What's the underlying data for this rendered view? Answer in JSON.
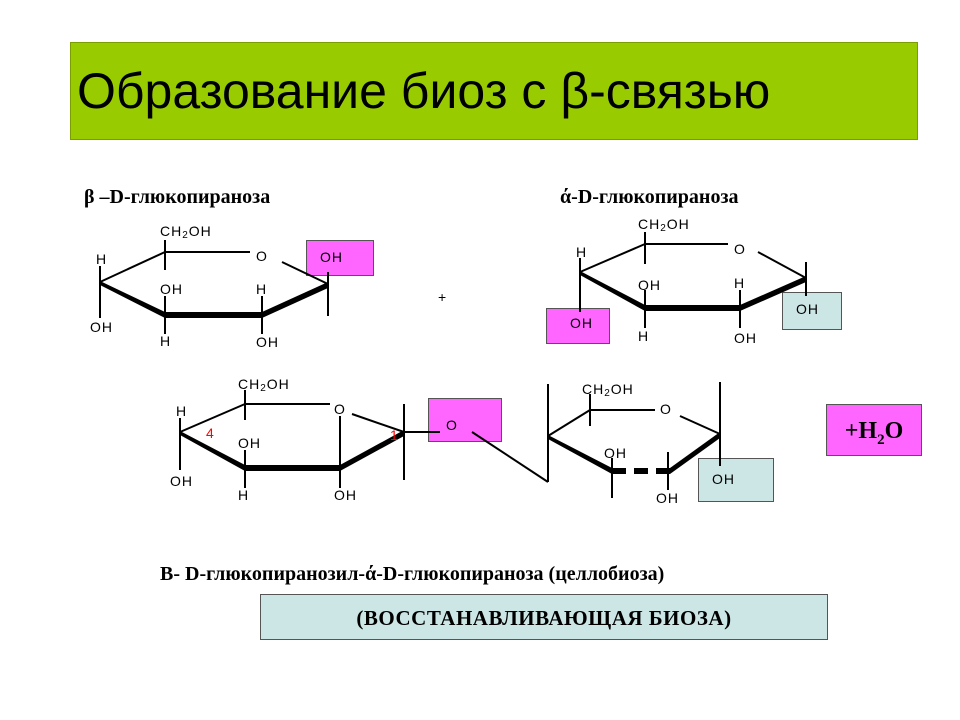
{
  "title": "Образование биоз с β-связью",
  "molecule1_label": "β –D-глюкопираноза",
  "molecule2_label": "ά-D-глюкопираноза",
  "plus": "+",
  "water": {
    "prefix": "+H",
    "sub": "2",
    "suffix": "O"
  },
  "product_name": "В- D-глюкопиранозил-ά-D-глюкопираноза (целлобиоза)",
  "reducing_label": "(ВОССТАНАВЛИВАЮЩАЯ     БИОЗА)",
  "atoms": {
    "ch2oh": "CH2OH",
    "ch2oh_main": "CH",
    "ch2oh_sub": "2",
    "ch2oh_end": "OH",
    "o": "O",
    "h": "H",
    "oh": "OH"
  },
  "positions": {
    "c4": "4",
    "c1": "1"
  },
  "colors": {
    "title_bg": "#99cc00",
    "highlight_pink": "#ff66ff",
    "highlight_teal": "#cce6e6",
    "position_number": "#ff0000"
  }
}
